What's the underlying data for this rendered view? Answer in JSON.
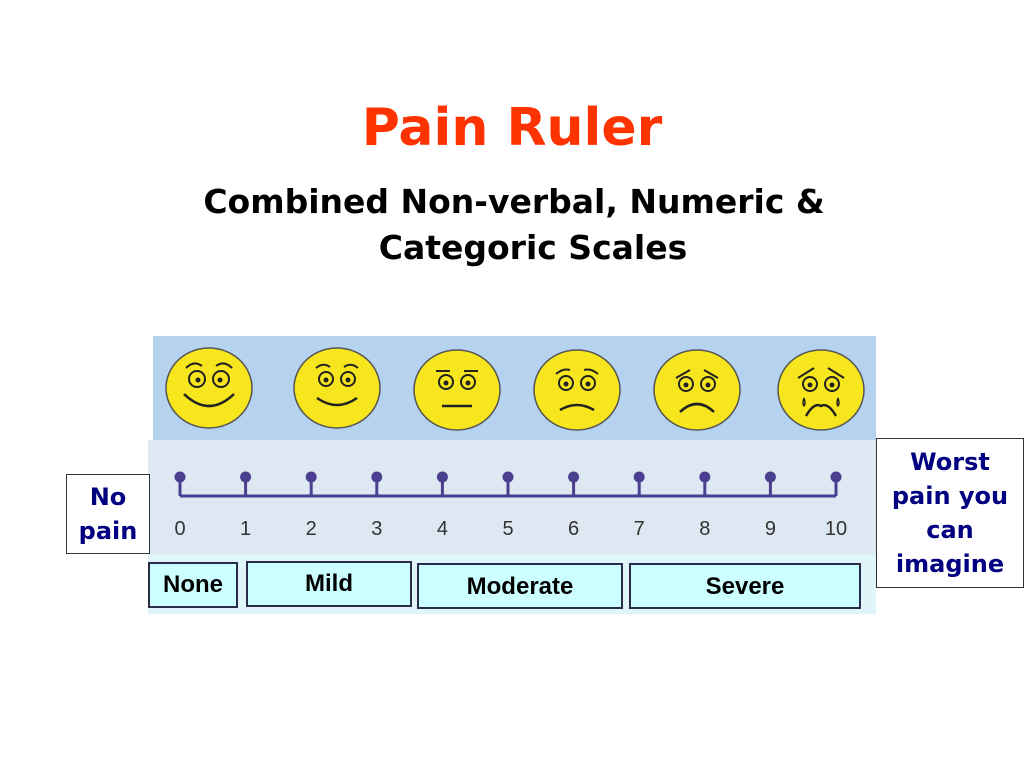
{
  "title": "Pain Ruler",
  "subtitle_line1": "Combined Non-verbal, Numeric &",
  "subtitle_line2": "Categoric Scales",
  "faces": [
    {
      "icon": "very-happy-face-icon"
    },
    {
      "icon": "happy-face-icon"
    },
    {
      "icon": "neutral-face-icon"
    },
    {
      "icon": "worried-face-icon"
    },
    {
      "icon": "sad-face-icon"
    },
    {
      "icon": "crying-face-icon"
    }
  ],
  "scale_numbers": [
    "0",
    "1",
    "2",
    "3",
    "4",
    "5",
    "6",
    "7",
    "8",
    "9",
    "10"
  ],
  "categories": [
    {
      "label": "None"
    },
    {
      "label": "Mild"
    },
    {
      "label": "Moderate"
    },
    {
      "label": "Severe"
    }
  ],
  "left_label": {
    "line1": "No",
    "line2": "pain"
  },
  "right_label": {
    "line1": "Worst",
    "line2": "pain you",
    "line3": "can",
    "line4": "imagine"
  },
  "colors": {
    "title": "#ff3300",
    "face_fill": "#f7e61d",
    "face_band": "#b5d3ef",
    "ruler": "#4a3f8f",
    "category_fill": "#ccffff",
    "side_text": "#000080"
  }
}
